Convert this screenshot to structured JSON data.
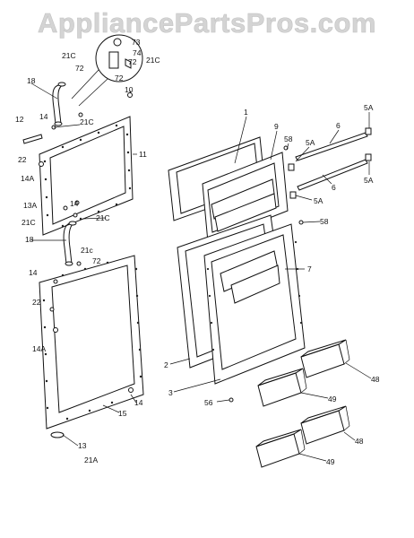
{
  "watermark": "AppliancePartsPros.com",
  "callouts": {
    "c1": "1",
    "c2": "2",
    "c3": "3",
    "c5a_1": "5A",
    "c5a_2": "5A",
    "c5a_3": "5A",
    "c5a_4": "5A",
    "c6_1": "6",
    "c6_2": "6",
    "c7": "7",
    "c9": "9",
    "c10": "10",
    "c11": "11",
    "c12": "12",
    "c13a": "13A",
    "c13": "13",
    "c14_1": "14",
    "c14_2": "14",
    "c14_3": "14",
    "c14_4": "14",
    "c14a_1": "14A",
    "c14a_2": "14A",
    "c15": "15",
    "c18_1": "18",
    "c18_2": "18",
    "c21a": "21A",
    "c21c_1": "21C",
    "c21c_2": "21C",
    "c21c_3": "21C",
    "c21c_4": "21C",
    "c21c_5": "21C",
    "c21c_lower": "21c",
    "c22_1": "22",
    "c22_2": "22",
    "c48_1": "48",
    "c48_2": "48",
    "c49_1": "49",
    "c49_2": "49",
    "c56": "56",
    "c58_1": "58",
    "c58_2": "58",
    "c72_1": "72",
    "c72_2": "72",
    "c72_3": "72",
    "c73": "73",
    "c74": "74"
  }
}
